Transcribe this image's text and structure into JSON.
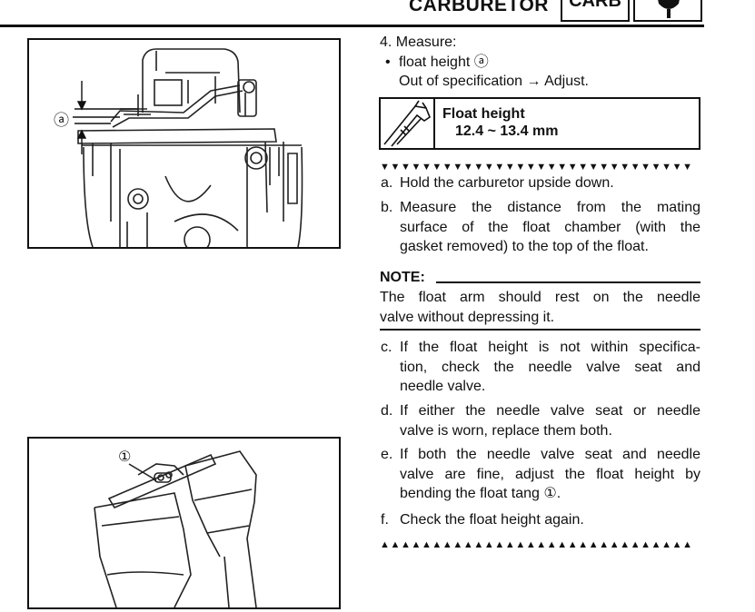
{
  "header": {
    "section_title": "CARBURETOR",
    "tab_label": "CARB"
  },
  "step": {
    "number_label": "4. Measure:",
    "bullet": "•",
    "item": "float height ⓐ",
    "spec_note": "Out of specification → Adjust."
  },
  "spec": {
    "label": "Float height",
    "value": "12.4 ~ 13.4 mm"
  },
  "markers": {
    "start": "▼▼▼▼▼▼▼▼▼▼▼▼▼▼▼▼▼▼▼▼▼▼▼▼▼▼▼▼▼▼",
    "end": "▲▲▲▲▲▲▲▲▲▲▲▲▲▲▲▲▲▲▲▲▲▲▲▲▲▲▲▲▲▲"
  },
  "figures": {
    "fig1_callout": "ⓐ",
    "fig2_callout": "①"
  },
  "steps_ab": [
    {
      "letter": "a.",
      "lines": [
        "Hold the carburetor upside down."
      ]
    },
    {
      "letter": "b.",
      "lines": [
        "Measure the distance from the mating",
        "surface of the float chamber (with the",
        "gasket removed) to the top of the float."
      ]
    }
  ],
  "note": {
    "label": "NOTE:",
    "lines": [
      "The float arm should rest on the needle",
      "valve without depressing it."
    ]
  },
  "steps_cf": [
    {
      "letter": "c.",
      "lines": [
        "If the float height is not within specifica-",
        "tion, check the needle valve seat and",
        "needle valve."
      ]
    },
    {
      "letter": "d.",
      "lines": [
        "If either the needle valve seat or needle",
        "valve is worn, replace them both."
      ]
    },
    {
      "letter": "e.",
      "lines": [
        "If both the needle valve seat and needle",
        "valve are fine, adjust the float height by",
        "bending the float tang ①."
      ]
    },
    {
      "letter": "f.",
      "lines": [
        "Check the float height again."
      ]
    }
  ]
}
